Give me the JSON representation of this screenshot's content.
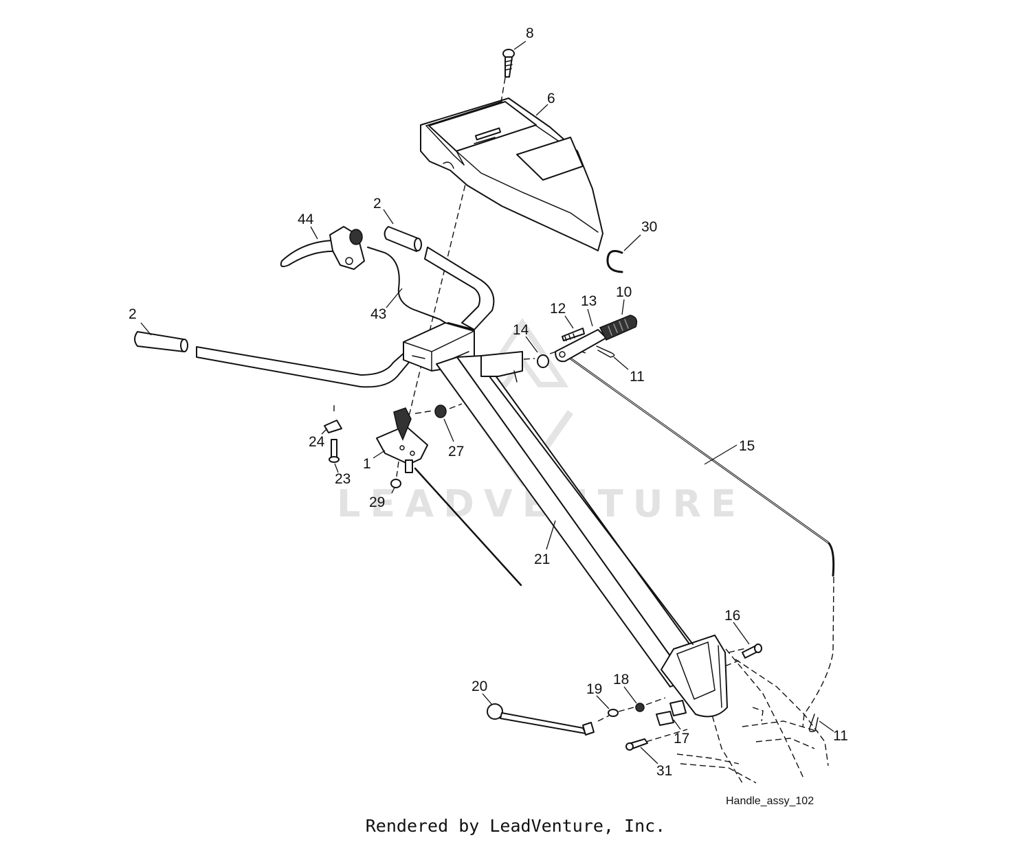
{
  "watermark": "LEADVENTURE",
  "diagram_label": "Handle_assy_102",
  "footer": "Rendered by LeadVenture, Inc.",
  "callouts": {
    "c8": "8",
    "c6": "6",
    "c2a": "2",
    "c44": "44",
    "c30": "30",
    "c43": "43",
    "c2b": "2",
    "c12": "12",
    "c13": "13",
    "c10": "10",
    "c14": "14",
    "c11a": "11",
    "c24": "24",
    "c27": "27",
    "c1": "1",
    "c23": "23",
    "c15": "15",
    "c29": "29",
    "c21": "21",
    "c16": "16",
    "c20": "20",
    "c18": "18",
    "c19": "19",
    "c17": "17",
    "c11b": "11",
    "c31": "31"
  }
}
